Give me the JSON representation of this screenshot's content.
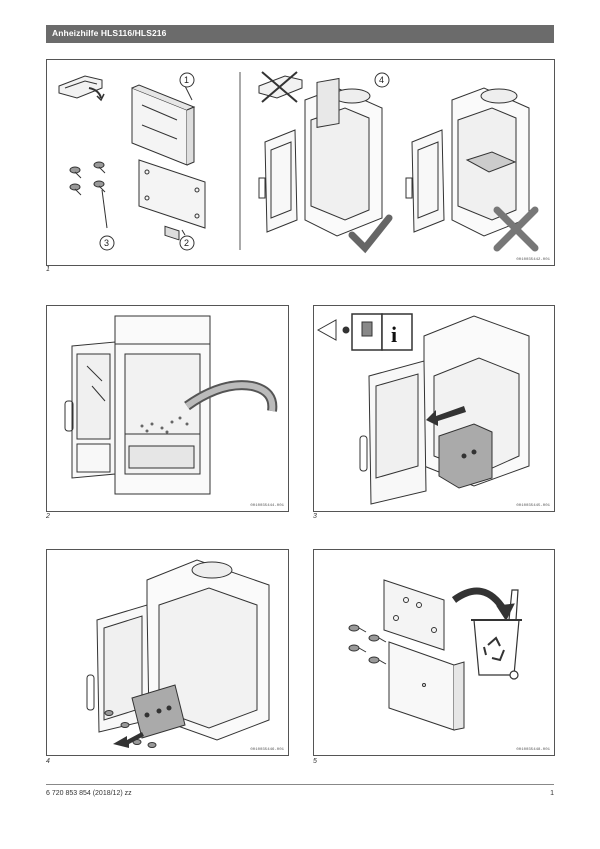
{
  "header": {
    "title": "Anheizhilfe HLS116/HLS216"
  },
  "figures": [
    {
      "number": "1",
      "code": "0010035442-001",
      "callouts": [
        "1",
        "2",
        "3",
        "4"
      ]
    },
    {
      "number": "2",
      "code": "0010035444-001"
    },
    {
      "number": "3",
      "code": "0010035445-001"
    },
    {
      "number": "4",
      "code": "0010035446-001"
    },
    {
      "number": "5",
      "code": "0010035448-001"
    }
  ],
  "footer": {
    "doc_id": "6 720 853 854 (2018/12) zz",
    "page": "1"
  },
  "icons": [
    "book-info-icon",
    "eye-icon",
    "check-icon",
    "cross-icon",
    "recycle-bin-icon",
    "vacuum-hose-icon"
  ]
}
